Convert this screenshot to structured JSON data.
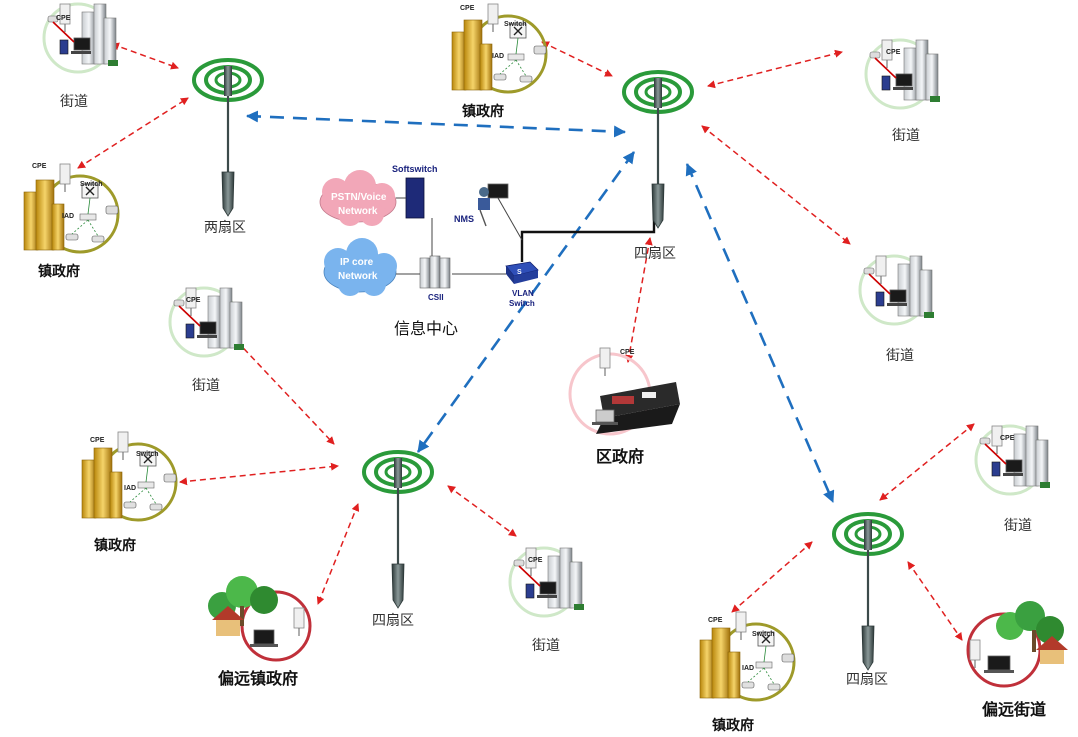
{
  "labels": {
    "street": "街道",
    "town_gov": "镇政府",
    "two_sector": "两扇区",
    "four_sector": "四扇区",
    "info_center": "信息中心",
    "district_gov": "区政府",
    "remote_town_gov": "偏远镇政府",
    "remote_street": "偏远街道"
  },
  "equipment": {
    "cpe": "CPE",
    "switch": "Switch",
    "iad": "IAD",
    "softswitch": "Softswitch",
    "nms": "NMS",
    "csii": "CSII",
    "vlan_switch_1": "VLAN",
    "vlan_switch_2": "Switch"
  },
  "clouds": {
    "pstn_1": "PSTN/Voice",
    "pstn_2": "Network",
    "ip_1": "IP core",
    "ip_2": "Network"
  },
  "colors": {
    "red_link": "#e02020",
    "blue_link": "#1f6fbf",
    "antenna_ring": "#2a9a3a",
    "tower": "#3c4a4a",
    "pstn_cloud": "#f2a7b8",
    "ip_cloud": "#7ab4ee"
  },
  "icons": [
    "tower-icon",
    "cpe-icon",
    "building-icon",
    "camera-icon",
    "computer-icon",
    "switch-icon",
    "phone-icon",
    "server-icon",
    "cloud-icon",
    "factory-icon",
    "house-icon",
    "tree-icon",
    "operator-icon"
  ]
}
